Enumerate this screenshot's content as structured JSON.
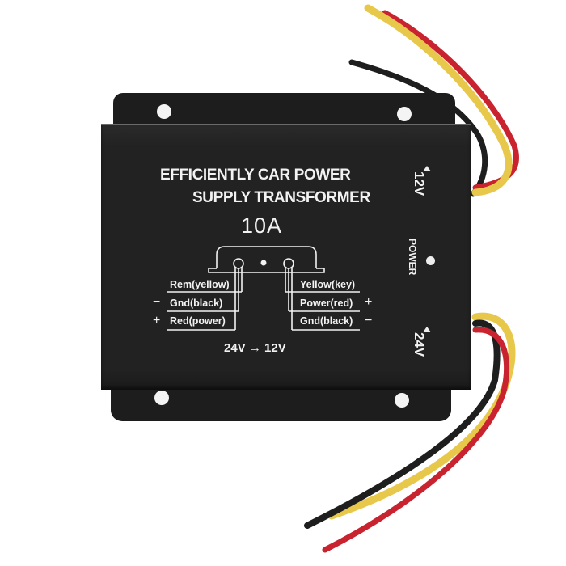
{
  "product": {
    "title_line1": "EFFICIENTLY CAR POWER",
    "title_line2": "SUPPLY TRANSFORMER",
    "current_rating": "10A",
    "conversion": "24V → 12V",
    "side_labels": {
      "output": "12V",
      "indicator": "POWER",
      "input": "24V"
    },
    "input_side_labels": [
      {
        "label": "Rem(yellow)",
        "sign": ""
      },
      {
        "label": "Gnd(black)",
        "sign": "−"
      },
      {
        "label": "Red(power)",
        "sign": "+"
      }
    ],
    "output_side_labels": [
      {
        "label": "Yellow(key)",
        "sign": ""
      },
      {
        "label": "Power(red)",
        "sign": "+"
      },
      {
        "label": "Gnd(black)",
        "sign": "−"
      }
    ],
    "colors": {
      "body": "#222222",
      "text": "#f2f2f2",
      "wire_yellow": "#e8c84a",
      "wire_red": "#c8232f",
      "wire_black": "#1e1e1e",
      "background": "#ffffff"
    },
    "wires_top": [
      "yellow",
      "red",
      "black"
    ],
    "wires_bottom": [
      "yellow",
      "black",
      "red"
    ]
  }
}
